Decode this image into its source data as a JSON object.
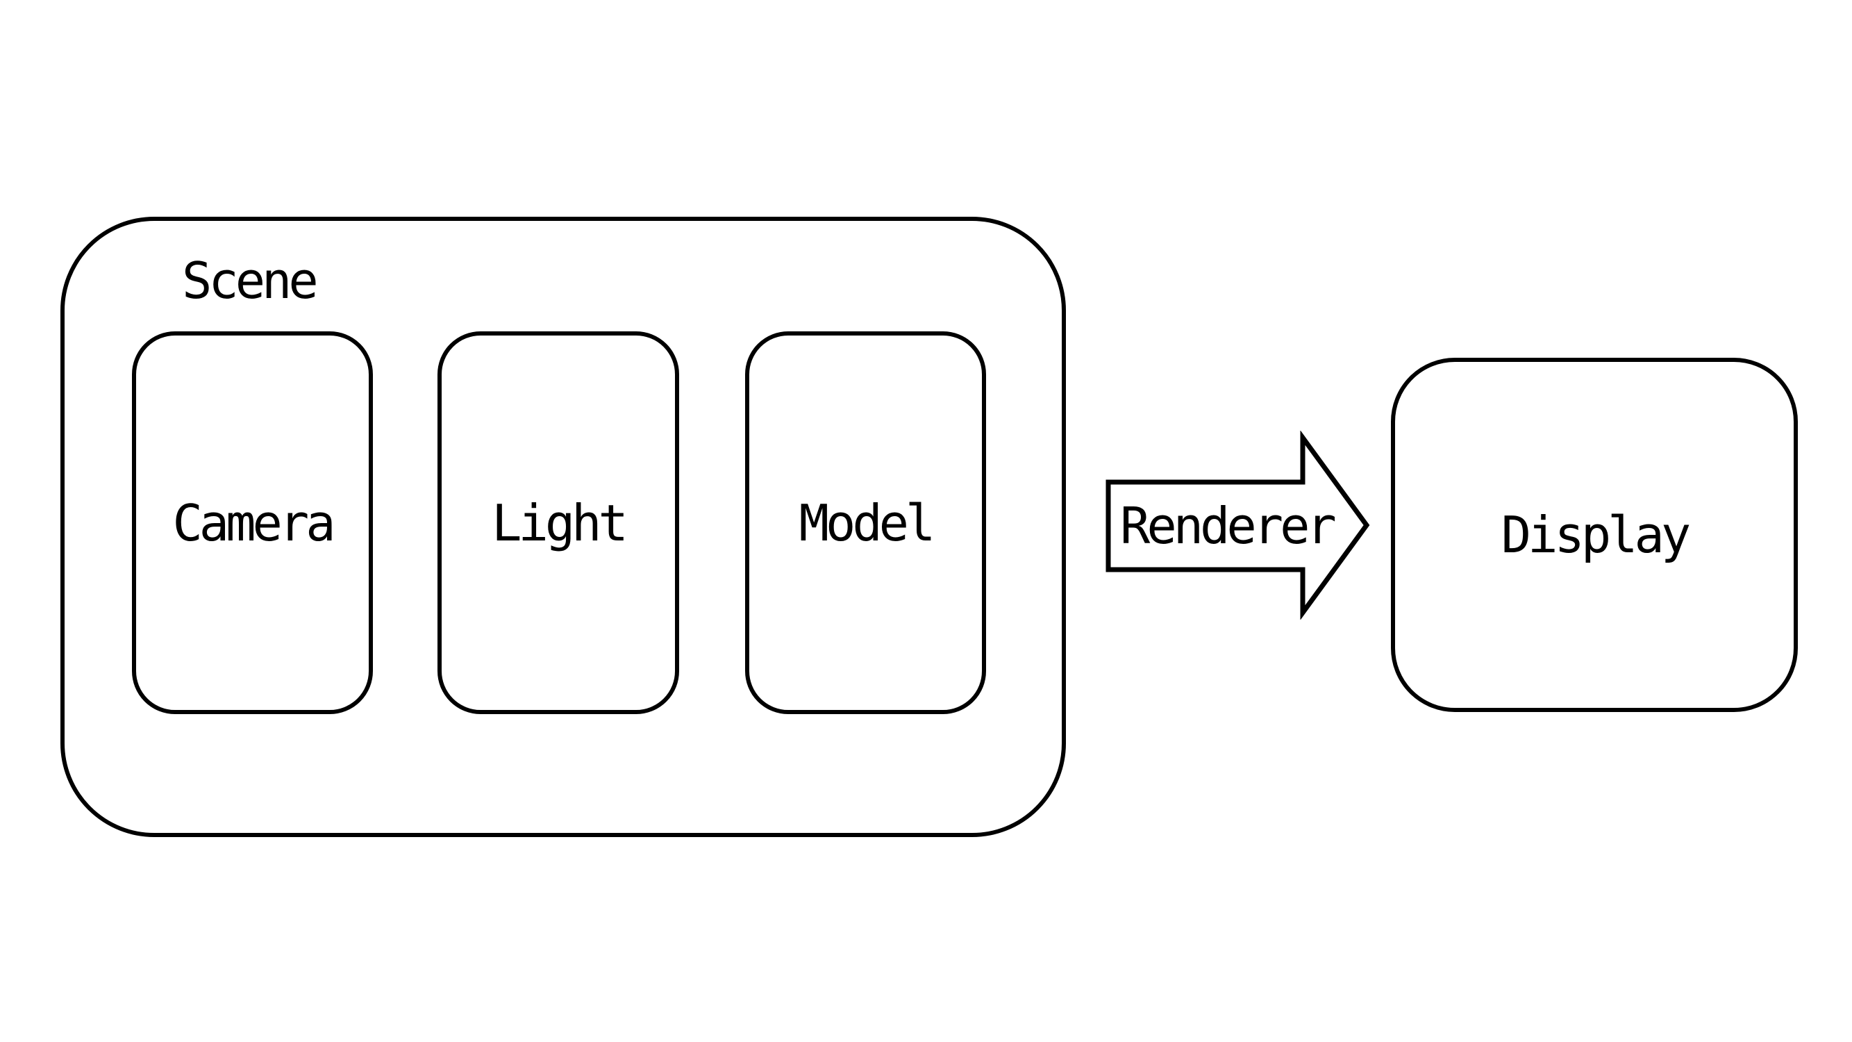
{
  "diagram": {
    "background_color": "#ffffff",
    "stroke_color": "#000000",
    "scene_group": {
      "label": "Scene",
      "boxes": [
        {
          "id": "camera",
          "label": "Camera"
        },
        {
          "id": "light",
          "label": "Light"
        },
        {
          "id": "model",
          "label": "Model"
        }
      ]
    },
    "arrow": {
      "label": "Renderer",
      "direction": "right"
    },
    "display_box": {
      "label": "Display"
    }
  }
}
